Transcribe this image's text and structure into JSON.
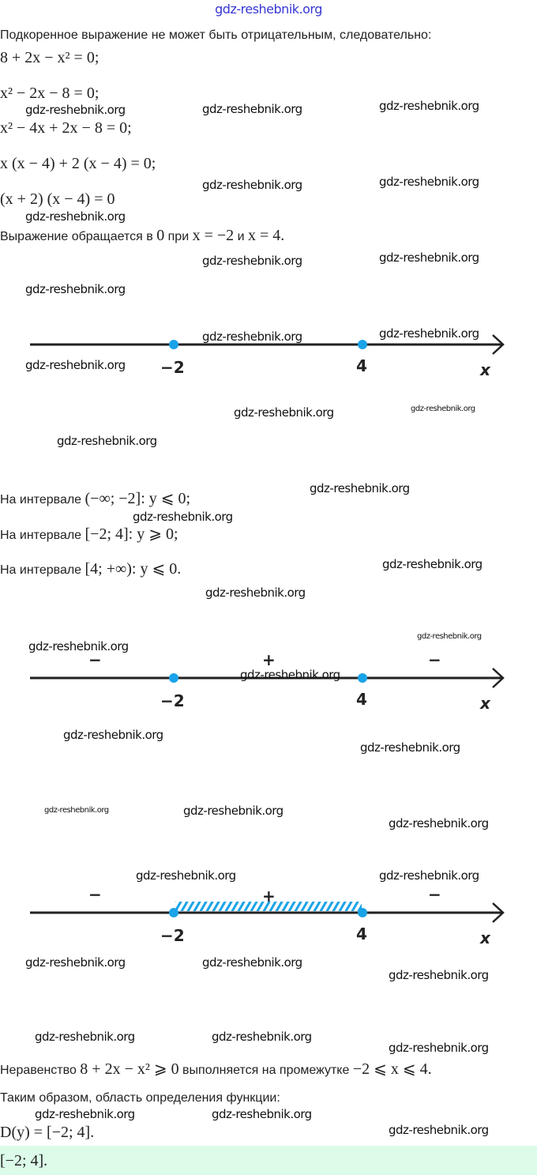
{
  "site": "gdz-reshebnik.org",
  "watermark": "gdz-reshebnik.org",
  "lines": {
    "intro": "Подкоренное выражение не может быть отрицательным, следовательно:",
    "eq1": "8 + 2x − x² = 0;",
    "eq2": "x² − 2x − 8 = 0;",
    "eq3": "x² − 4x + 2x − 8 = 0;",
    "eq4": "x (x − 4) + 2 (x − 4) = 0;",
    "eq5": "(x + 2) (x − 4) = 0",
    "zero_a": "Выражение обращается в ",
    "zero_b": "0",
    "zero_c": " при ",
    "zero_d": "x = −2",
    "zero_e": " и ",
    "zero_f": "x = 4.",
    "int_label": "На интервале ",
    "int1": "(−∞;  −2]: y ⩽ 0;",
    "int2": "[−2;  4]: y ⩾ 0;",
    "int3": "[4;  +∞): y ⩽ 0.",
    "ineq_a": "Неравенство ",
    "ineq_b": "8 + 2x − x² ⩾ 0",
    "ineq_c": " выполняется на промежутке ",
    "ineq_d": "−2 ⩽ x ⩽ 4.",
    "thus": "Таким образом, область определения функции:",
    "domain": "D(y) = [−2;  4].",
    "answer": "[−2;  4]."
  },
  "number_line": {
    "points": [
      "−2",
      "4"
    ],
    "axis": "x",
    "signs": [
      "−",
      "+",
      "−"
    ],
    "point_color": "#1aa3e8",
    "hatch_interval": [
      "−2",
      "4"
    ]
  }
}
